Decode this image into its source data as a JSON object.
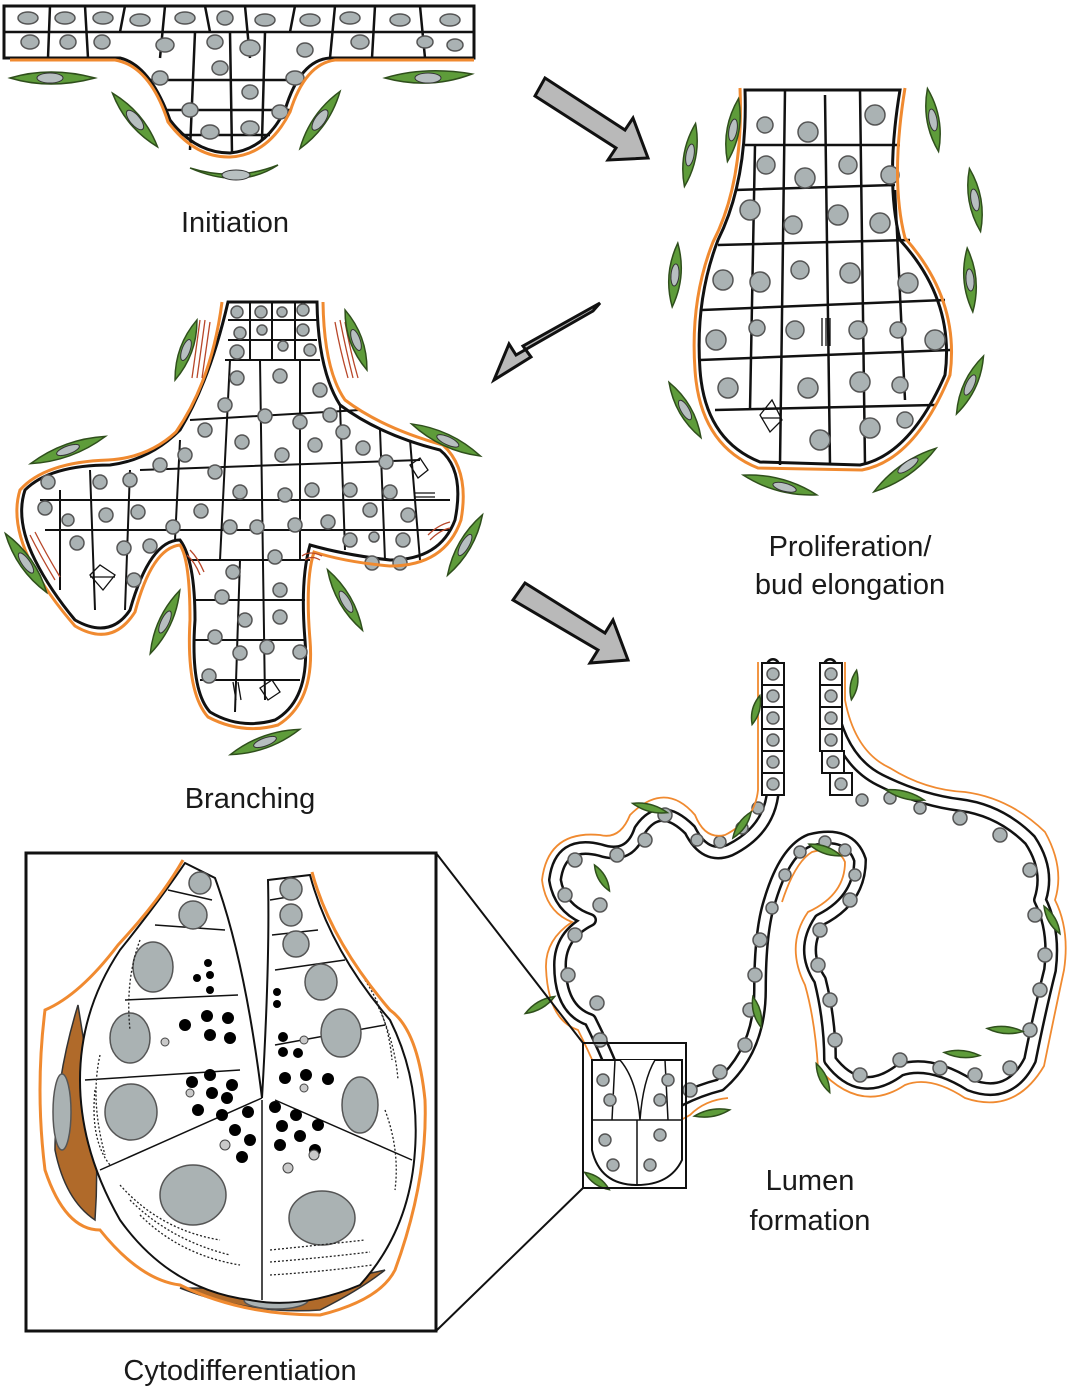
{
  "figure": {
    "title": "Stages of salivary gland development",
    "stages": [
      {
        "id": "initiation",
        "label": "Initiation"
      },
      {
        "id": "proliferation",
        "label_line1": "Proliferation/",
        "label_line2": "bud elongation"
      },
      {
        "id": "branching",
        "label": "Branching"
      },
      {
        "id": "lumen",
        "label_line1": "Lumen",
        "label_line2": "formation"
      },
      {
        "id": "cytodifferentiation",
        "label": "Cytodifferentiation"
      }
    ],
    "arrows": [
      {
        "from": "Initiation",
        "to": "Proliferation/bud elongation",
        "direction": "down-right"
      },
      {
        "from": "Proliferation/bud elongation",
        "to": "Branching",
        "direction": "down-left"
      },
      {
        "from": "Branching",
        "to": "Lumen formation",
        "direction": "down-right"
      }
    ],
    "inset": {
      "source": "Lumen formation",
      "target": "Cytodifferentiation",
      "type": "zoom-box"
    },
    "colors": {
      "basement_membrane": "#f08a30",
      "mesenchyme": "#5e9c3a",
      "myoepithelial": "#b06a2a",
      "nucleus": "#aab2b3",
      "arrow_fill": "#b9b9b9",
      "outline": "#111111"
    }
  }
}
